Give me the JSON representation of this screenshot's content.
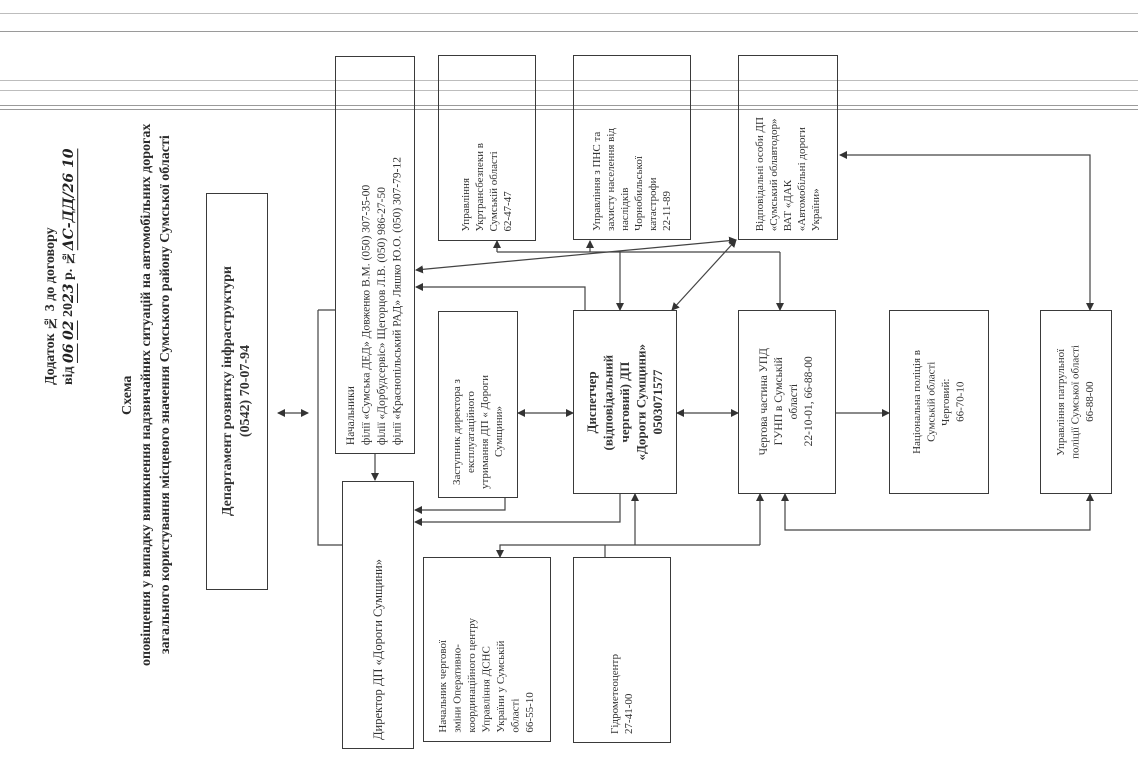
{
  "header": {
    "appendix_line": "Додаток № 3 до договору",
    "date_prefix": "від",
    "date_day": "06",
    "date_month": "02",
    "date_year_prefix": "20",
    "date_year": "23",
    "number_prefix": "р. №",
    "number_value": "ΔC-ДД/26 10",
    "title": "Схема",
    "subtitle_1": "оповіщення у випадку виникнення надзвичайних ситуацій на автомобільних дорогах",
    "subtitle_2": "загального користування місцевого значення Сумського району Сумської області"
  },
  "boxes": {
    "department": {
      "lines": [
        "Департамент розвитку інфраструктури",
        "(0542) 70-07-94"
      ]
    },
    "branch_heads": {
      "lines": [
        "Начальники",
        "філії «Сумська ДЕД» Довженко В.М. (050) 307-35-00",
        "філії «Дорбудсервіс» Щегорцов Л.В. (050) 986-27-50",
        "філії «Краснопільський РАД» Ляшко Ю.О. (050) 307-79-12"
      ]
    },
    "director": {
      "lines": [
        "Директор ДП «Дороги Сумщини»"
      ]
    },
    "deputy_director": {
      "lines": [
        "Заступник директора з",
        "експлуатаційного",
        "утримання ДП « Дороги",
        "Сумщини»"
      ]
    },
    "dsns_head": {
      "lines": [
        "Начальник чергової",
        "зміни Оперативно-",
        "координаційного центру",
        "Управління ДСНС",
        "України у Сумській",
        "області",
        "66-55-10"
      ]
    },
    "dispatcher": {
      "lines": [
        "Диспетчер",
        "(відповідальний",
        "черговий) ДП",
        "«Дороги Сумщини»",
        "0503071577"
      ]
    },
    "hydromet": {
      "lines": [
        "Гідрометеоцентр",
        "27-41-00"
      ]
    },
    "ukrtransbezpeka": {
      "lines": [
        "Управління",
        "Укртрансбезпеки в",
        "Сумській області",
        "62-47-47"
      ]
    },
    "pns_chernobyl": {
      "lines": [
        "Управління з ПНС та",
        "захисту населення від",
        "наслідків",
        "Чорнобильської",
        "катастрофи",
        "22-11-89"
      ]
    },
    "responsible_persons": {
      "lines": [
        "Відповідальні особи ДП",
        "«Сумський облавтодор»",
        "ВАТ «ДАК",
        "«Автомобільні дороги",
        "України»"
      ]
    },
    "police_duty": {
      "lines": [
        "Чергова частина УПД",
        "ГУНП в Сумській",
        "області",
        "22-10-01, 66-88-00"
      ]
    },
    "national_police": {
      "lines": [
        "Національна поліція в",
        "Сумській області",
        "Черговий:",
        "66-70-10"
      ]
    },
    "patrol_police": {
      "lines": [
        "Управління патрульної",
        "поліції Сумської області",
        "66-88-00"
      ]
    }
  }
}
